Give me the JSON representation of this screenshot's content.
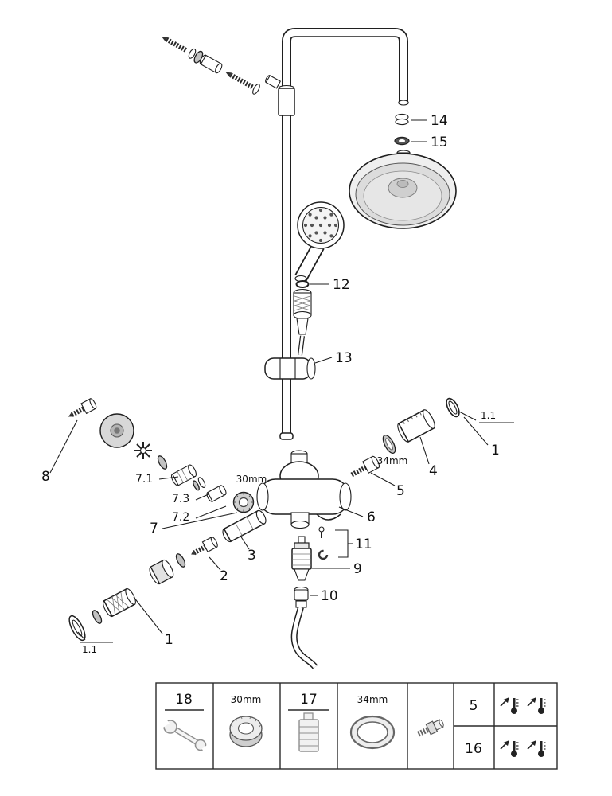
{
  "callouts": {
    "n14": "14",
    "n15": "15",
    "n12": "12",
    "n13": "13",
    "n8": "8",
    "n7": "7",
    "n7_1": "7.1",
    "n7_2": "7.2",
    "n7_3": "7.3",
    "size30": "30mm",
    "n6": "6",
    "size34": "34mm",
    "n4": "4",
    "n5": "5",
    "n1_right": "1",
    "n1_1_right": "1.1",
    "n3": "3",
    "n2": "2",
    "n9": "9",
    "n10": "10",
    "n11": "11",
    "n1_left": "1",
    "n1_1_left": "1.1"
  },
  "parts_table": {
    "col1_label": "18",
    "col2_label": "30mm",
    "col3_label": "17",
    "col4_label": "34mm",
    "row_top_label": "5",
    "row_bottom_label": "16",
    "icon_names": {
      "col1": "wrench-icon",
      "col2": "ring-nut-icon",
      "col3": "cartridge-icon",
      "col4": "o-ring-icon",
      "col5": "coupling-icon",
      "rows": "thermometer-arrow-icon"
    }
  },
  "colors": {
    "line": "#1f1f1f",
    "shade": "#d8d8d8",
    "background": "#ffffff"
  }
}
